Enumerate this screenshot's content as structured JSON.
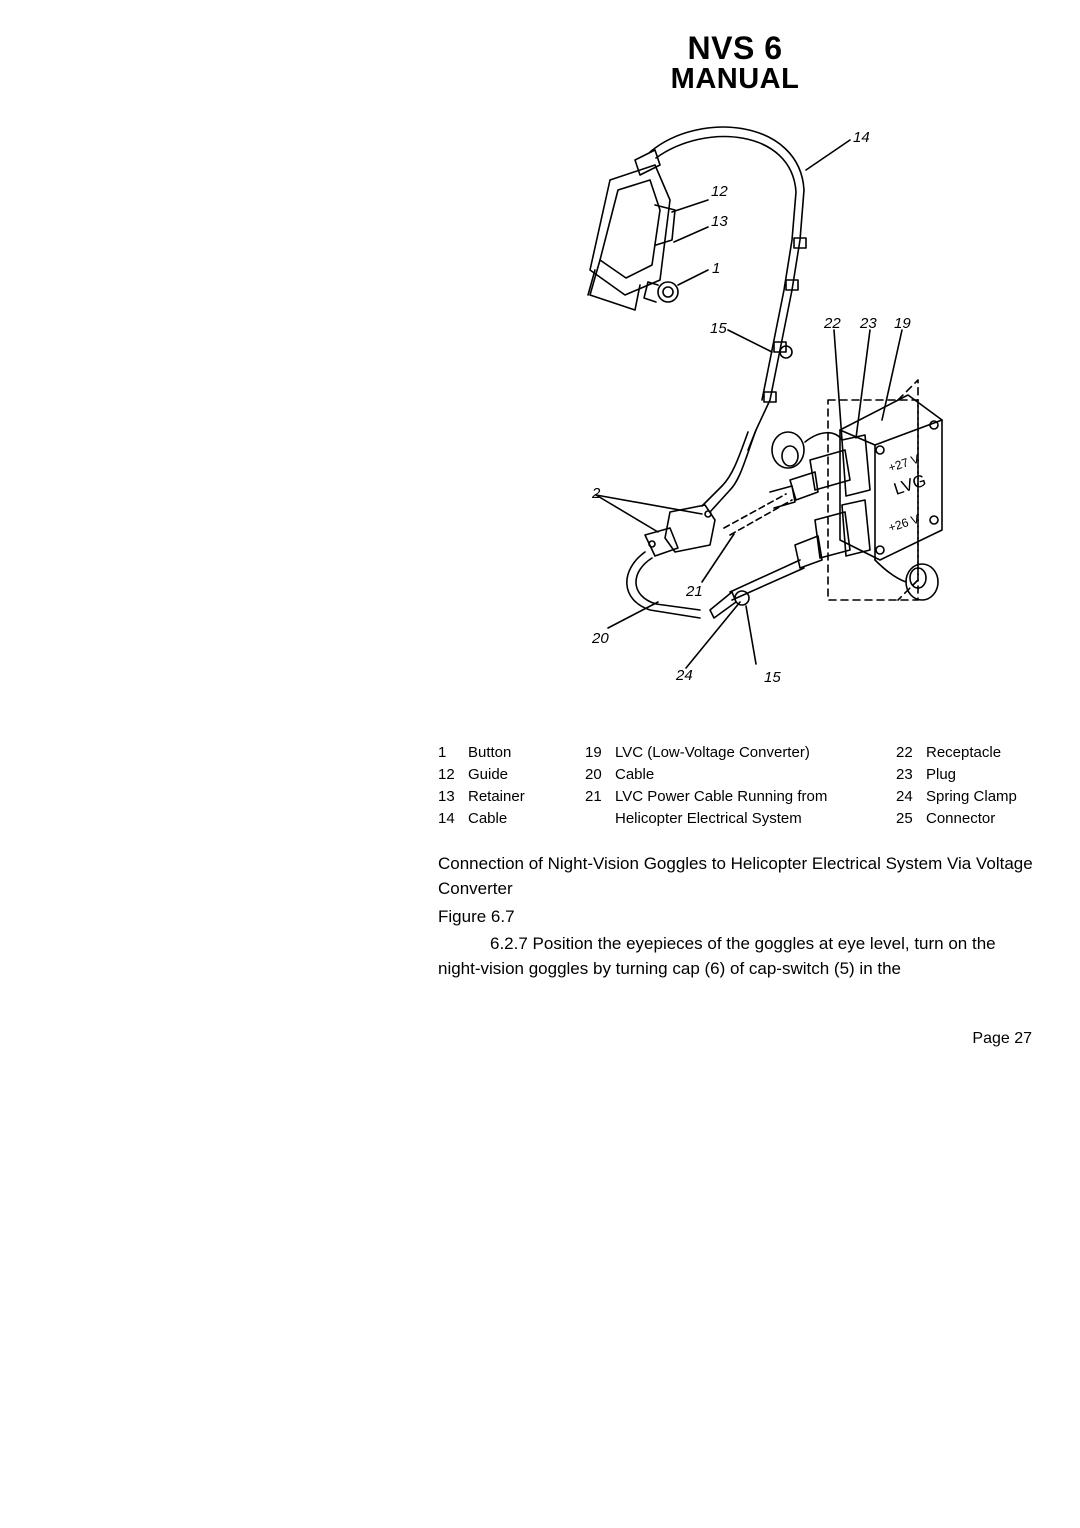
{
  "header": {
    "line1": "NVS 6",
    "line2": "MANUAL"
  },
  "figure": {
    "callouts": [
      "14",
      "12",
      "13",
      "1",
      "15",
      "22",
      "23",
      "19",
      "2",
      "21",
      "20",
      "24",
      "15"
    ],
    "lvc_labels": {
      "v27": "+27 V",
      "lvg": "LVG",
      "v26": "+26 V"
    }
  },
  "legend": {
    "col1": [
      {
        "num": "1",
        "text": "Button"
      },
      {
        "num": "12",
        "text": "Guide"
      },
      {
        "num": "13",
        "text": "Retainer"
      },
      {
        "num": "14",
        "text": "Cable"
      }
    ],
    "col2": [
      {
        "num": "19",
        "text": "LVC (Low-Voltage Converter)"
      },
      {
        "num": "20",
        "text": "Cable"
      },
      {
        "num": "21",
        "text": "LVC Power Cable Running from"
      },
      {
        "num": "",
        "text": "Helicopter Electrical System"
      }
    ],
    "col3": [
      {
        "num": "22",
        "text": "Receptacle"
      },
      {
        "num": "23",
        "text": "Plug"
      },
      {
        "num": "24",
        "text": "Spring Clamp"
      },
      {
        "num": "25",
        "text": "Connector"
      }
    ]
  },
  "caption": "Connection of Night-Vision Goggles to Helicopter Electrical System Via Voltage Converter",
  "figure_label": "Figure 6.7",
  "body_text": "6.2.7 Position the eyepieces of the goggles at eye level, turn on the night-vision goggles by turning cap (6) of cap-switch (5) in the",
  "page": "Page 27"
}
